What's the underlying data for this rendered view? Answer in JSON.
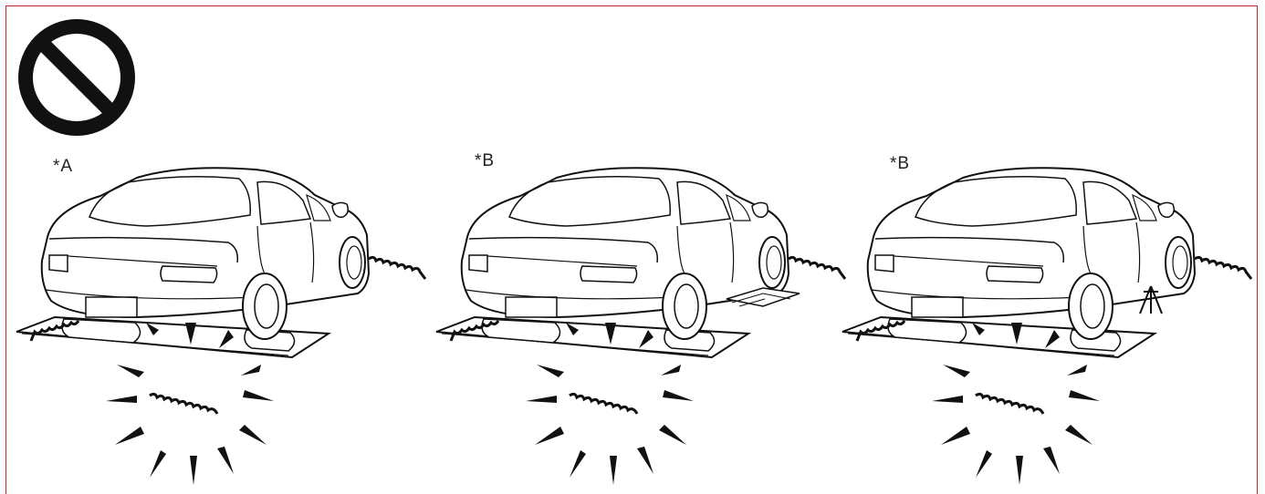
{
  "prohibition_icon": "prohibition-icon",
  "colors": {
    "border": "#c0282d",
    "line": "#111111"
  },
  "panels": [
    {
      "label": "*A",
      "support": "none"
    },
    {
      "label": "*B",
      "support": "wooden-blocks"
    },
    {
      "label": "*B",
      "support": "jack-stand"
    }
  ]
}
